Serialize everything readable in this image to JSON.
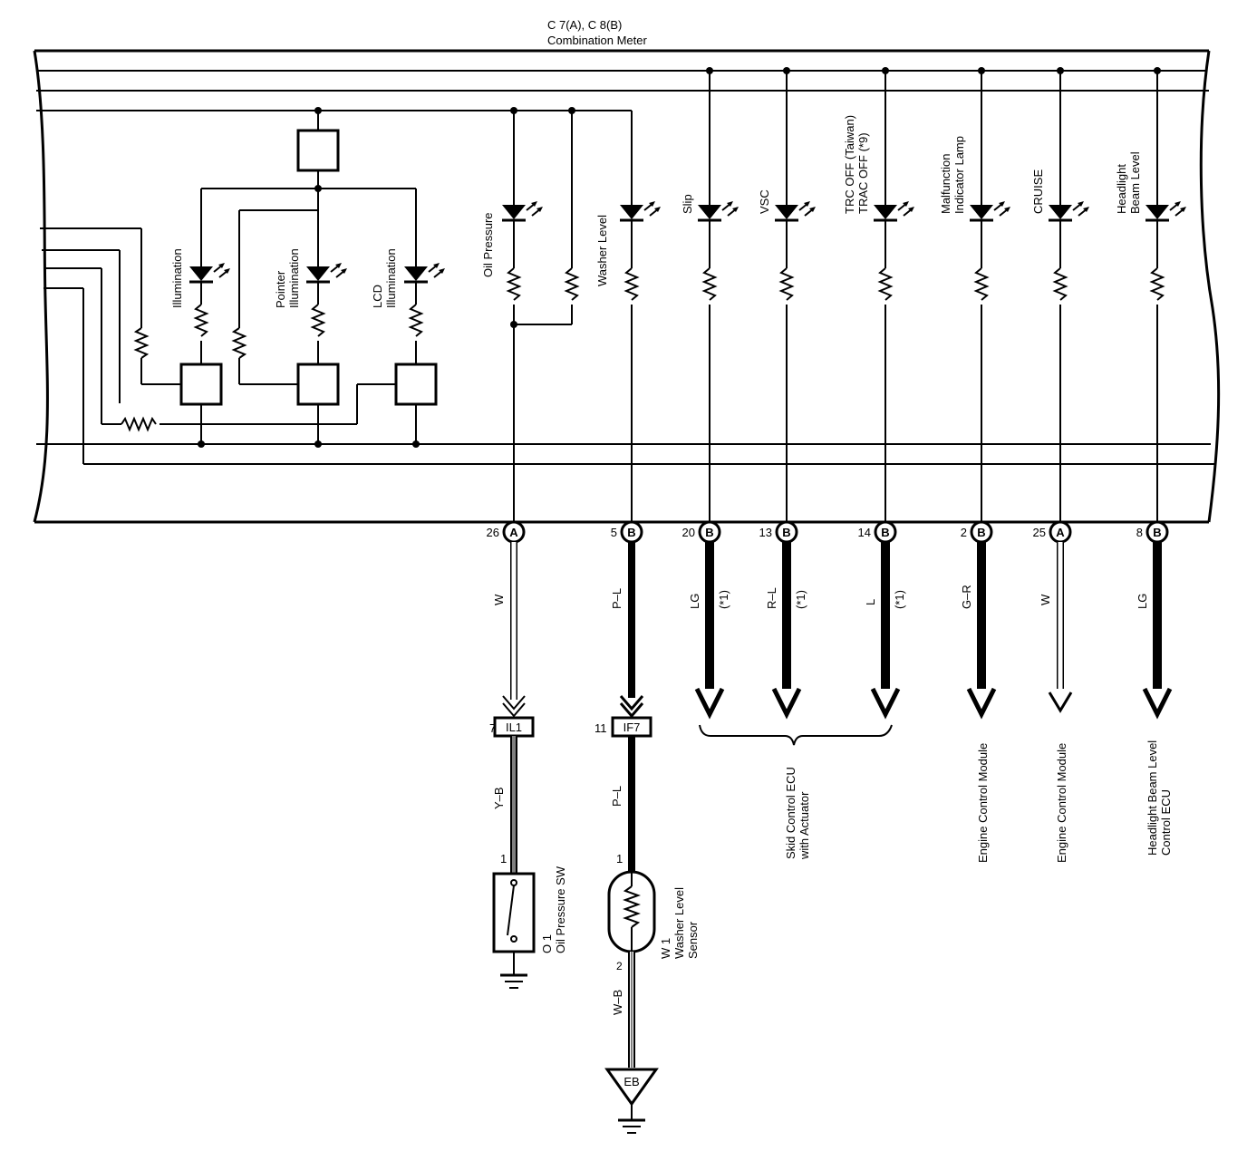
{
  "meter": {
    "title_line1": "C 7(A), C 8(B)",
    "title_line2": "Combination Meter"
  },
  "internal_labels": {
    "illumination": "Illumination",
    "pointer_1": "Pointer",
    "pointer_2": "Illumination",
    "lcd_1": "LCD",
    "lcd_2": "Illumination"
  },
  "lamps": [
    {
      "l1": "Oil Pressure",
      "l2": ""
    },
    {
      "l1": "Washer Level",
      "l2": ""
    },
    {
      "l1": "Slip",
      "l2": ""
    },
    {
      "l1": "VSC",
      "l2": ""
    },
    {
      "l1": "TRC OFF (Taiwan)",
      "l2": "TRAC OFF (*9)"
    },
    {
      "l1": "Malfunction",
      "l2": "Indicator Lamp"
    },
    {
      "l1": "CRUISE",
      "l2": ""
    },
    {
      "l1": "Headlight",
      "l2": "Beam Level"
    }
  ],
  "pins": [
    {
      "num": "26",
      "conn": "A",
      "wire": "W",
      "note": ""
    },
    {
      "num": "5",
      "conn": "B",
      "wire": "P–L",
      "note": ""
    },
    {
      "num": "20",
      "conn": "B",
      "wire": "LG",
      "note": "(*1)"
    },
    {
      "num": "13",
      "conn": "B",
      "wire": "R–L",
      "note": "(*1)"
    },
    {
      "num": "14",
      "conn": "B",
      "wire": "L",
      "note": "(*1)"
    },
    {
      "num": "2",
      "conn": "B",
      "wire": "G–R",
      "note": ""
    },
    {
      "num": "25",
      "conn": "A",
      "wire": "W",
      "note": ""
    },
    {
      "num": "8",
      "conn": "B",
      "wire": "LG",
      "note": ""
    }
  ],
  "connectors": {
    "il1": {
      "pin": "7",
      "name": "IL1",
      "wire_below": "Y–B"
    },
    "if7": {
      "pin": "11",
      "name": "IF7",
      "wire_below": "P–L"
    }
  },
  "oil_sw": {
    "pin": "1",
    "id": "O 1",
    "name": "Oil Pressure SW"
  },
  "washer_sensor": {
    "pin_top": "1",
    "pin_bottom": "2",
    "id": "W 1",
    "name1": "Washer Level",
    "name2": "Sensor",
    "wire_below": "W–B"
  },
  "ground": {
    "name": "EB"
  },
  "destinations": {
    "skid_1": "Skid Control ECU",
    "skid_2": "with Actuator",
    "ecm_a": "Engine Control Module",
    "ecm_b": "Engine Control Module",
    "hbl_1": "Headlight Beam Level",
    "hbl_2": "Control ECU"
  }
}
